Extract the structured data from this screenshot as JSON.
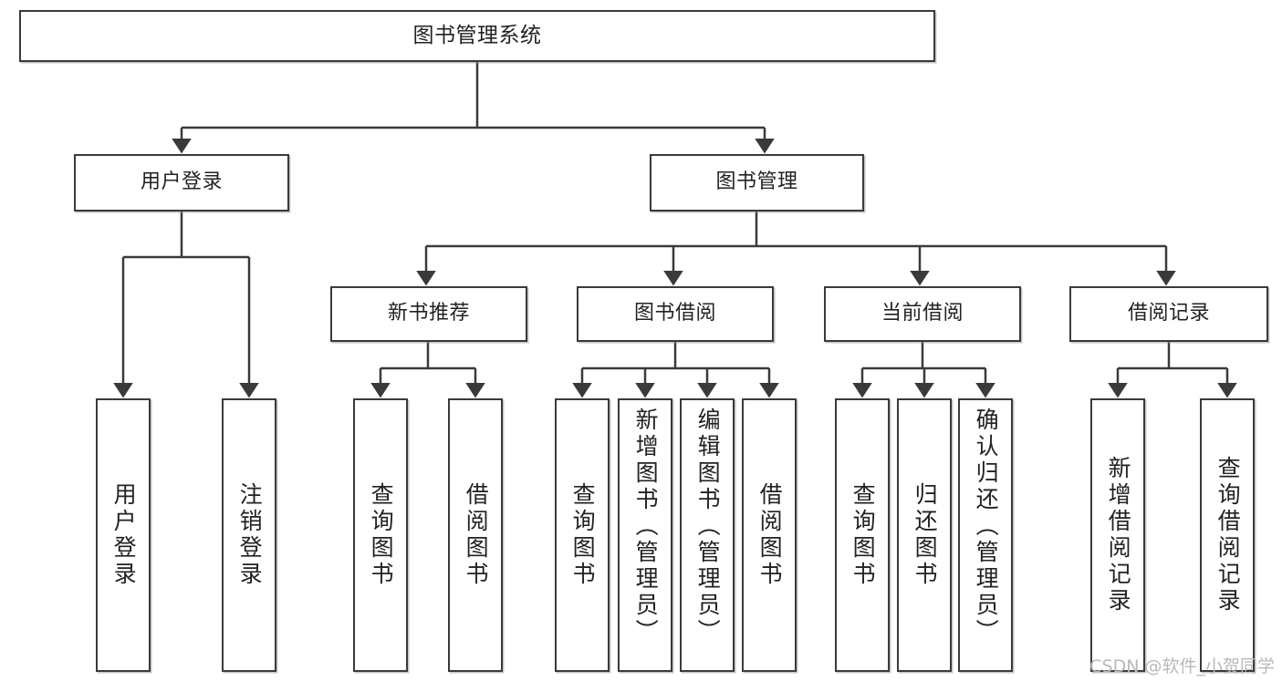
{
  "diagram": {
    "title": "图书管理系统",
    "type": "tree",
    "stroke_color": "#3a3a3a",
    "text_color": "#222222",
    "background": "#ffffff",
    "watermark": "CSDN @软件_小贺同学",
    "nodes": {
      "root": {
        "label": "图书管理系统"
      },
      "level1": [
        {
          "id": "user-login",
          "label": "用户登录"
        },
        {
          "id": "book-manage",
          "label": "图书管理"
        }
      ],
      "level2": [
        {
          "id": "new-book-recommend",
          "label": "新书推荐"
        },
        {
          "id": "book-borrow",
          "label": "图书借阅"
        },
        {
          "id": "current-borrow",
          "label": "当前借阅"
        },
        {
          "id": "borrow-record",
          "label": "借阅记录"
        }
      ],
      "leaves": {
        "user-login": [
          {
            "id": "user-login-action",
            "label": "用户登录"
          },
          {
            "id": "user-logout-action",
            "label": "注销登录"
          }
        ],
        "new-book-recommend": [
          {
            "id": "query-book-1",
            "label": "查询图书"
          },
          {
            "id": "borrow-book-1",
            "label": "借阅图书"
          }
        ],
        "book-borrow": [
          {
            "id": "query-book-2",
            "label": "查询图书"
          },
          {
            "id": "add-book",
            "label": "新增图书（管理员）"
          },
          {
            "id": "edit-book",
            "label": "编辑图书（管理员）"
          },
          {
            "id": "borrow-book-2",
            "label": "借阅图书"
          }
        ],
        "current-borrow": [
          {
            "id": "query-book-3",
            "label": "查询图书"
          },
          {
            "id": "return-book",
            "label": "归还图书"
          },
          {
            "id": "confirm-return",
            "label": "确认归还（管理员）"
          }
        ],
        "borrow-record": [
          {
            "id": "add-borrow-record",
            "label": "新增借阅记录"
          },
          {
            "id": "query-borrow-record",
            "label": "查询借阅记录"
          }
        ]
      }
    }
  }
}
